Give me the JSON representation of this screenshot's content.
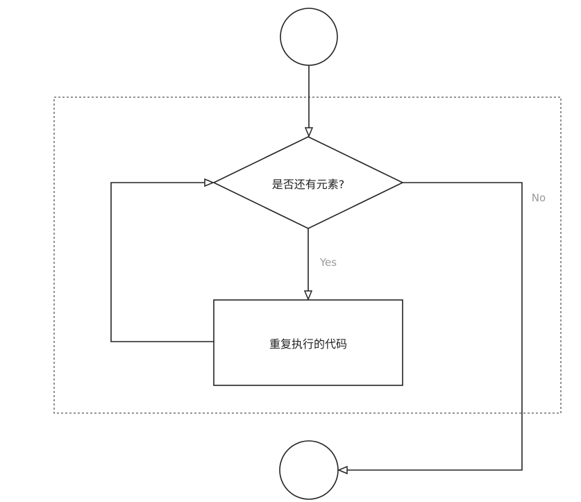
{
  "nodes": {
    "decision": "是否还有元素?",
    "process": "重复执行的代码"
  },
  "edges": {
    "yes": "Yes",
    "no": "No"
  },
  "colors": {
    "stroke": "#222222",
    "edge_label": "#999999",
    "group_border": "#555555"
  }
}
